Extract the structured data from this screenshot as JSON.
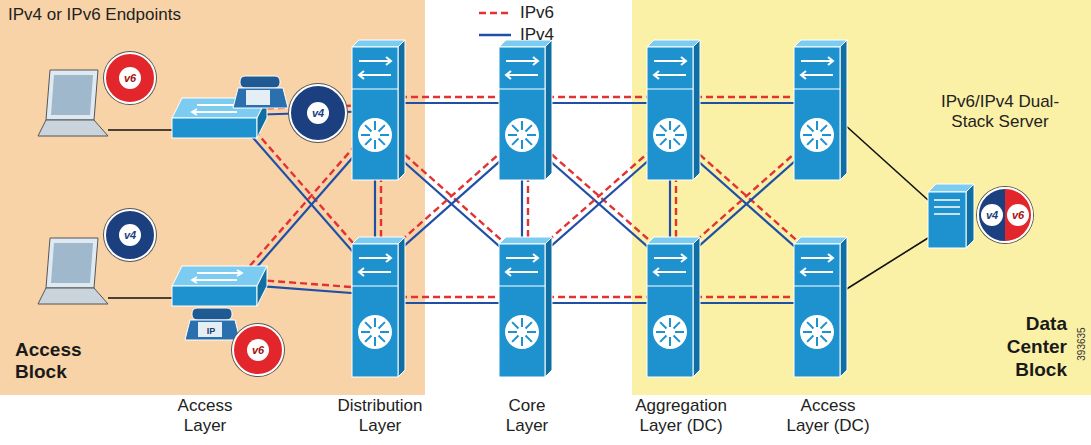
{
  "diagram": {
    "nodes": [
      {
        "text": [
          "IPv4 or IPv6 Endpoints",
          "Access Block"
        ]
      },
      {
        "text": [
          "v6"
        ],
        "in": 0
      },
      {
        "text": [
          "v4"
        ],
        "in": 0
      },
      {
        "text": [
          "v4"
        ],
        "in": 0
      },
      {
        "text": [
          "v6"
        ],
        "in": 0
      },
      {
        "text": [
          "Data Center Block"
        ]
      },
      {
        "text": [
          "IPv6/IPv4 Dual-Stack Server"
        ],
        "in": 5
      },
      {
        "text": [
          "v4",
          "v6"
        ],
        "in": 6
      }
    ],
    "labels": [
      "IP",
      "Access Layer",
      "Distribution Layer",
      "Core Layer",
      "Aggregation Layer (DC)",
      "Access Layer (DC)",
      "393635"
    ],
    "legend": [
      {
        "text": "IPv6"
      },
      {
        "text": "IPv4"
      }
    ]
  }
}
